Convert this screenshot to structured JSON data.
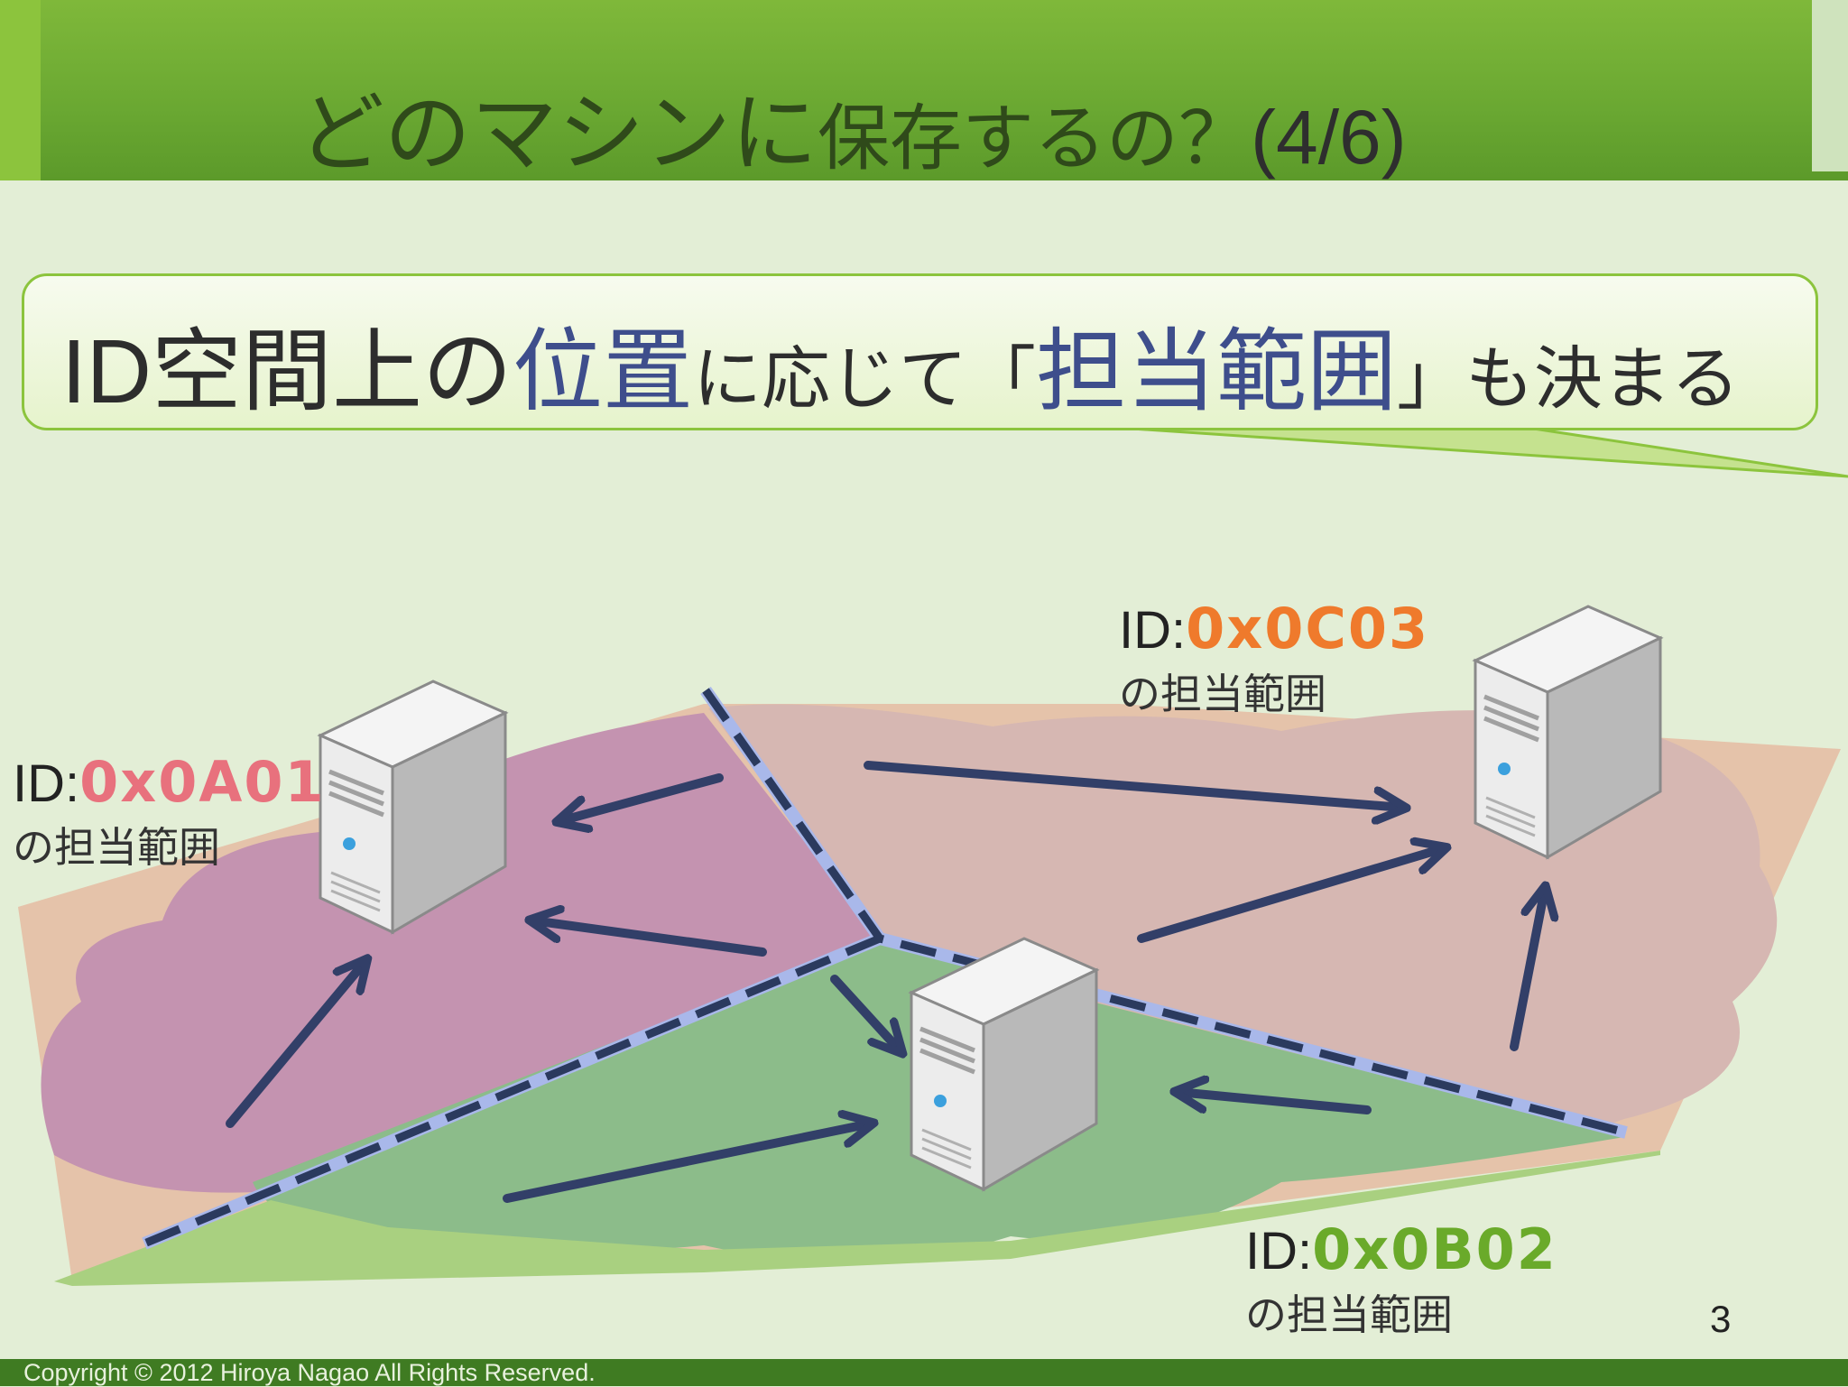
{
  "slide": {
    "title_main": "どのマシンに",
    "title_rest": "保存するの？",
    "title_num": "(4/6)",
    "callout": {
      "p1": "ID",
      "p2": "空間上の",
      "p3": "位置",
      "p4": "に応じて「",
      "p5": "担当範囲",
      "p6": "」も決まる"
    },
    "page_number": "3",
    "copyright": "Copyright © 2012 Hiroya Nagao All Rights Reserved."
  },
  "nodes": [
    {
      "id_prefix": "ID:",
      "id_value": "0x0A01",
      "range_label": "の担当範囲",
      "color": "#e8717d"
    },
    {
      "id_prefix": "ID:",
      "id_value": "0x0C03",
      "range_label": "の担当範囲",
      "color": "#ef7a2c"
    },
    {
      "id_prefix": "ID:",
      "id_value": "0x0B02",
      "range_label": "の担当範囲",
      "color": "#6aaa2a"
    }
  ],
  "colors": {
    "region_a": "#c493b0",
    "region_c": "#d6b7b2",
    "region_b": "#8cbc8a",
    "arrow": "#323f68",
    "boundary": "#2b3a5e",
    "boundary_glow": "#a9b8ea"
  }
}
